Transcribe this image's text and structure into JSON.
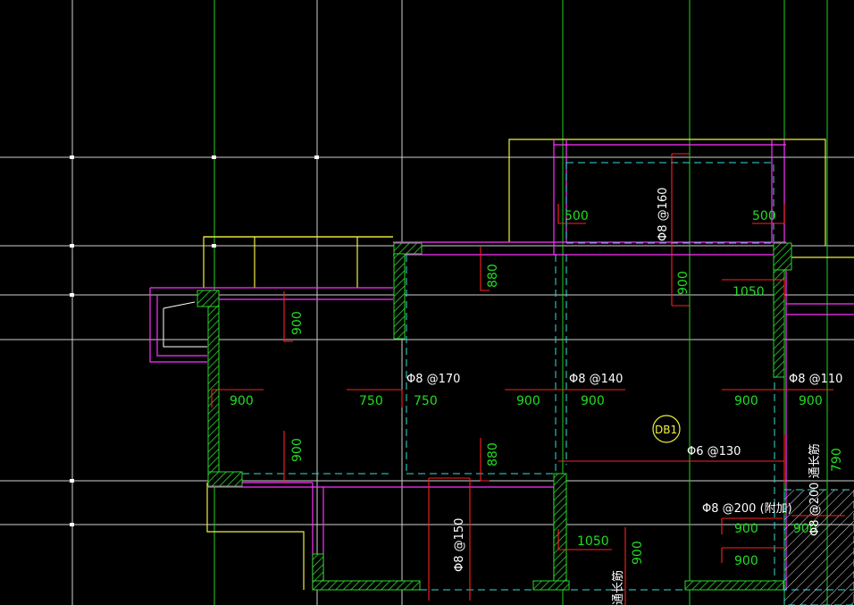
{
  "colors": {
    "background": "#000000",
    "grid": "#cfcfcf",
    "axis": "#20d020",
    "wall": "#ff33ff",
    "outline": "#f0f040",
    "rebar": "#ff2020",
    "dim_text": "#22dd22",
    "label_text": "#ffffff",
    "hatch": "#29d829",
    "dashed": "#33dddd"
  },
  "labels": {
    "phi8_160": "Φ8 @160",
    "phi8_170": "Φ8 @170",
    "phi8_140": "Φ8 @140",
    "phi8_110": "Φ8 @110",
    "phi6_130": "Φ6 @130",
    "phi8_150": "Φ8 @150",
    "phi8_200_fu": "Φ8 @200 (附加)",
    "phi8_200_tong": "Φ8 @200 通长筋",
    "tong_chang_jin": "通长筋",
    "db1": "DB1"
  },
  "dims": {
    "d_500_left": "500",
    "d_500_right": "500",
    "d_880_top": "880",
    "d_900_top_left": "900",
    "d_900_mid_vert": "900",
    "d_1050_right": "1050",
    "d_900_r1": "900",
    "d_750_a": "750",
    "d_750_b": "750",
    "d_900_r2": "900",
    "d_900_r3": "900",
    "d_900_r4": "900",
    "d_900_r5": "900",
    "d_900_bot_left": "900",
    "d_880_bot": "880",
    "d_790": "790",
    "d_900_right_a": "900",
    "d_900_right_b": "900",
    "d_900_right_c": "900",
    "d_1050_bottom": "1050",
    "d_900_bot_vert": "900"
  }
}
